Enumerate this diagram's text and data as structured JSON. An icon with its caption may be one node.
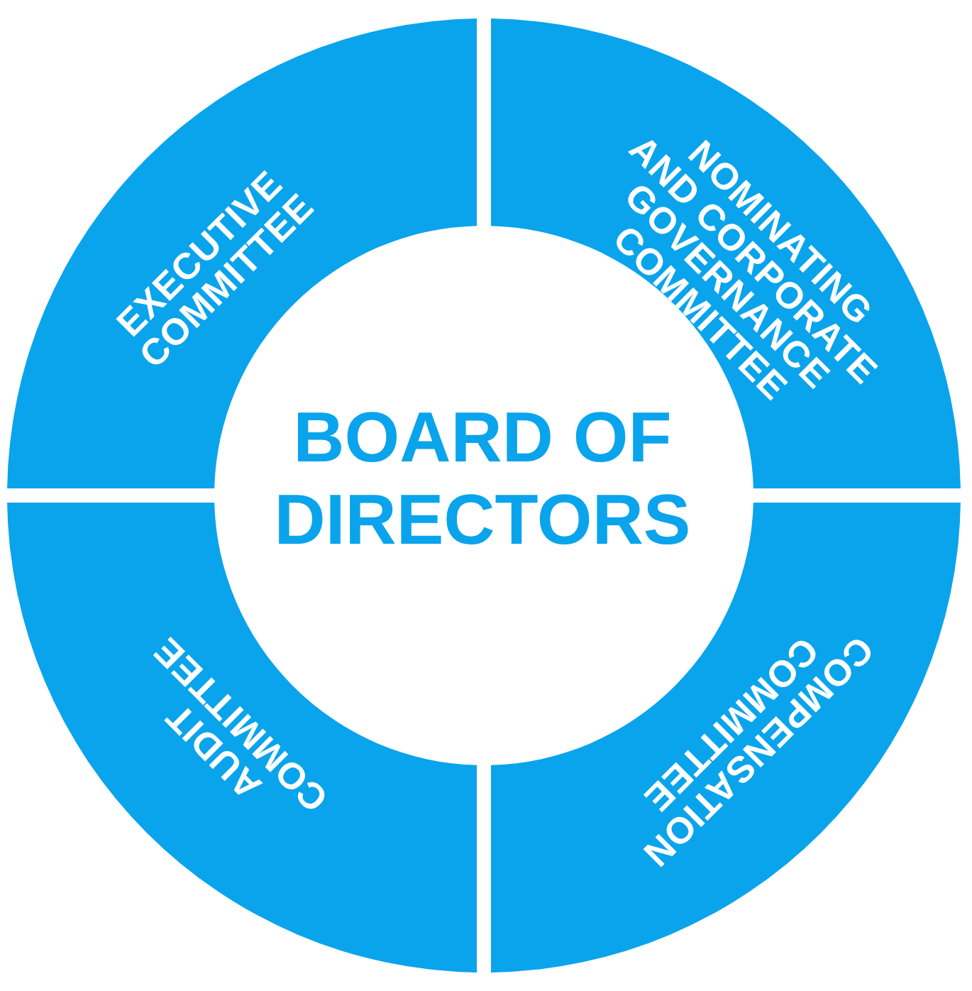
{
  "diagram": {
    "nodes": [
      {
        "text": [
          "EXECUTIVE COMMITTEE"
        ]
      },
      {
        "text": [
          "NOMINATING AND CORPORATE GOVERNANCE COMMITTEE"
        ]
      },
      {
        "text": [
          "BOARD OF DIRECTORS"
        ]
      },
      {
        "text": [
          "AUDIT COMMITTEE"
        ]
      },
      {
        "text": [
          "COMPENSATION COMMITTEE"
        ]
      }
    ]
  }
}
